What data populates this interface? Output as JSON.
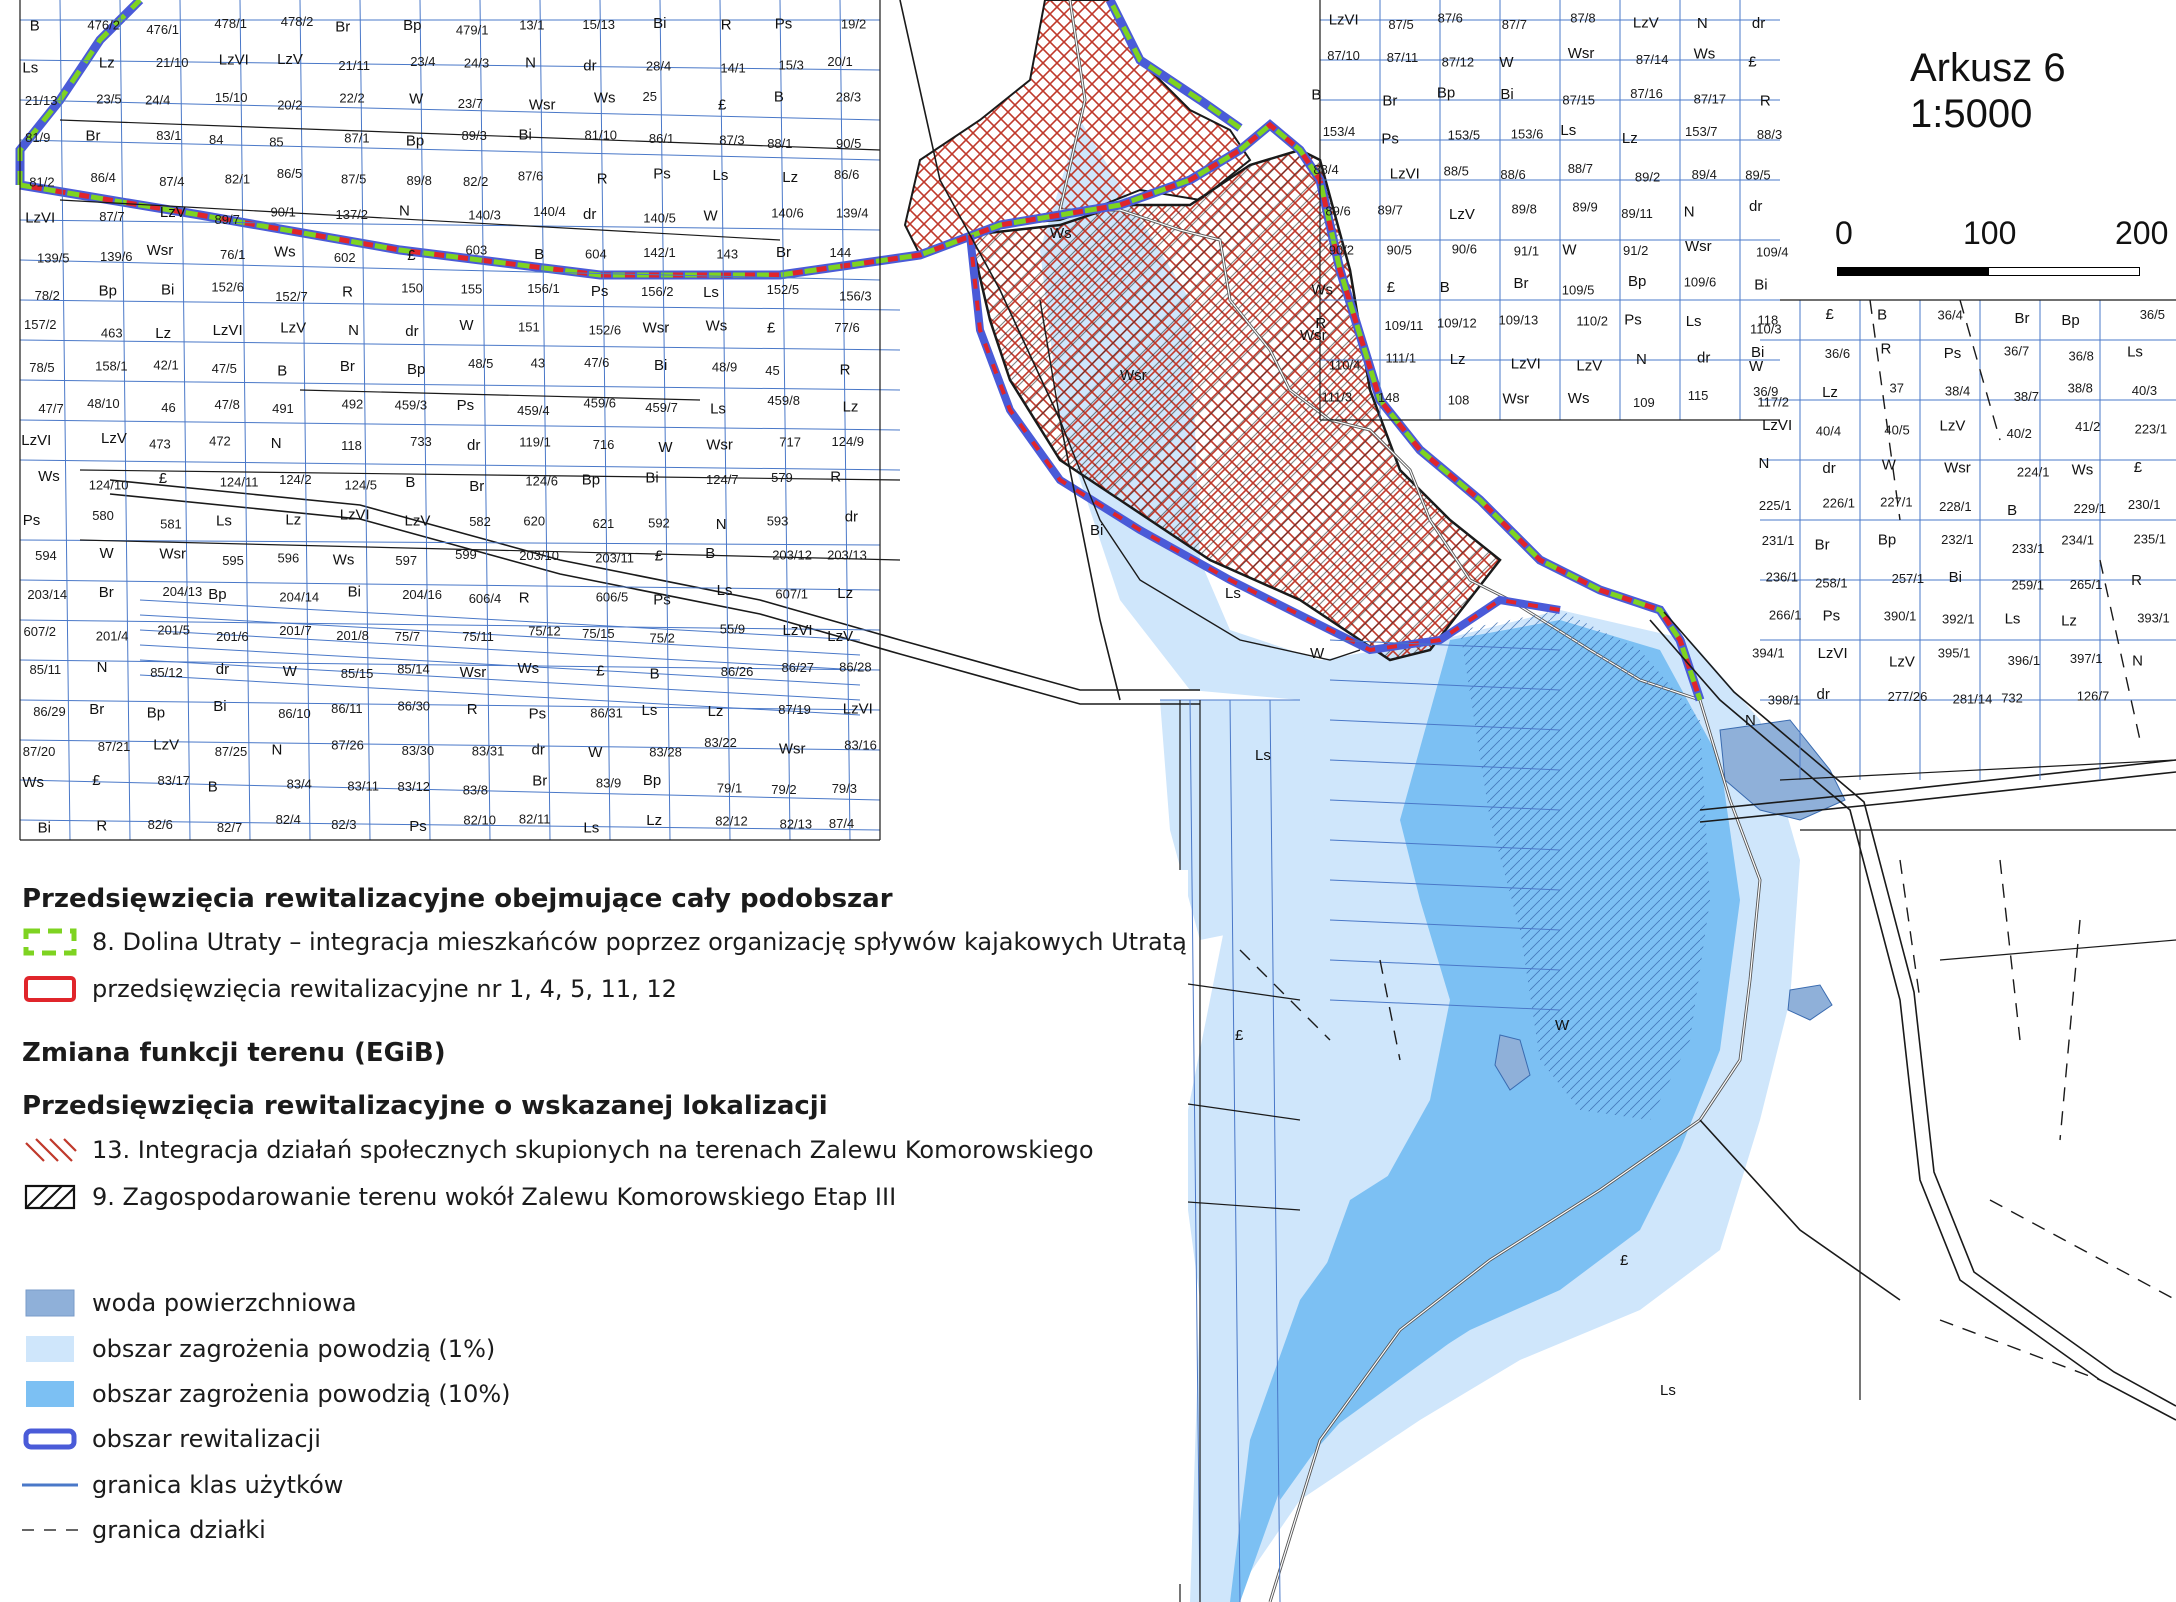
{
  "sheet": {
    "title": "Arkusz 6",
    "scale": "1:5000"
  },
  "scale_bar": {
    "tick_labels": [
      "0",
      "100",
      "200"
    ]
  },
  "legend": {
    "heading_1": "Przedsięwzięcia rewitalizacyjne obejmujące cały podobszar",
    "item_green": "8. Dolina Utraty – integracja mieszkańców poprzez organizację spływów kajakowych Utratą",
    "item_red": "przedsięwzięcia rewitalizacyjne nr 1, 4, 5, 11, 12",
    "heading_2": "Zmiana funkcji terenu (EGiB)",
    "heading_3": "Przedsięwzięcia rewitalizacyjne o wskazanej lokalizacji",
    "item_red_hatch": "13. Integracja działań społecznych skupionych na terenach Zalewu Komorowskiego",
    "item_black_hatch": "9. Zagospodarowanie terenu wokół Zalewu Komorowskiego Etap III",
    "item_water": "woda powierzchniowa",
    "item_flood_1": "obszar zagrożenia powodzią (1%)",
    "item_flood_10": "obszar zagrożenia powodzią (10%)",
    "item_rev_area": "obszar rewitalizacji",
    "item_class_border": "granica klas użytków",
    "item_parcel_border": "granica działki"
  },
  "colors": {
    "flood_1": "#cfe6fb",
    "flood_10": "#7cc0f3",
    "water": "#8fb0d9",
    "revitalization_outline": "#4a5bd8",
    "green_dash": "#7ed321",
    "red_outline": "#e0252b",
    "red_hatch": "#c0392b",
    "class_border": "#4a78c8"
  },
  "map_labels": {
    "parcels": [
      "476/2",
      "476/1",
      "478/1",
      "478/2",
      "479/1",
      "13/1",
      "15/13",
      "19/2",
      "21/10",
      "21/11",
      "23/4",
      "24/3",
      "28/4",
      "14/1",
      "15/3",
      "20/1",
      "21/13",
      "23/5",
      "24/4",
      "15/10",
      "20/2",
      "22/2",
      "23/7",
      "25",
      "28/3",
      "81/9",
      "83/1",
      "84",
      "85",
      "87/1",
      "89/3",
      "81/10",
      "86/1",
      "87/3",
      "88/1",
      "90/5",
      "81/2",
      "86/4",
      "87/4",
      "82/1",
      "86/5",
      "87/5",
      "89/8",
      "82/2",
      "87/6",
      "86/6",
      "87/7",
      "89/7",
      "90/1",
      "137/2",
      "140/3",
      "140/4",
      "140/5",
      "140/6",
      "139/4",
      "139/5",
      "139/6",
      "76/1",
      "602",
      "603",
      "604",
      "142/1",
      "143",
      "144",
      "78/2",
      "152/6",
      "152/7",
      "150",
      "155",
      "156/1",
      "156/2",
      "152/5",
      "156/3",
      "157/2",
      "463",
      "151",
      "152/6",
      "77/6",
      "78/5",
      "158/1",
      "42/1",
      "47/5",
      "48/5",
      "43",
      "47/6",
      "48/9",
      "45",
      "47/7",
      "48/10",
      "46",
      "47/8",
      "491",
      "492",
      "459/3",
      "459/4",
      "459/6",
      "459/7",
      "459/8",
      "473",
      "472",
      "118",
      "733",
      "119/1",
      "716",
      "717",
      "124/9",
      "124/10",
      "124/11",
      "124/2",
      "124/5",
      "124/6",
      "124/7",
      "579",
      "580",
      "581",
      "582",
      "620",
      "621",
      "592",
      "593",
      "594",
      "595",
      "596",
      "597",
      "599",
      "203/10",
      "203/11",
      "203/12",
      "203/13",
      "203/14",
      "204/13",
      "204/14",
      "204/16",
      "606/4",
      "606/5",
      "607/1",
      "607/2",
      "201/4",
      "201/5",
      "201/6",
      "201/7",
      "201/8",
      "75/7",
      "75/11",
      "75/12",
      "75/15",
      "75/2",
      "55/9",
      "85/11",
      "85/12",
      "85/15",
      "85/14",
      "86/26",
      "86/27",
      "86/28",
      "86/29",
      "86/10",
      "86/11",
      "86/30",
      "86/31",
      "87/19",
      "87/20",
      "87/21",
      "87/25",
      "87/26",
      "83/30",
      "83/31",
      "83/28",
      "83/22",
      "83/16",
      "83/17",
      "83/4",
      "83/11",
      "83/12",
      "83/8",
      "83/9",
      "79/1",
      "79/2",
      "79/3",
      "82/6",
      "82/7",
      "82/4",
      "82/3",
      "82/10",
      "82/11",
      "82/12",
      "82/13",
      "87/4",
      "87/5",
      "87/6",
      "87/7",
      "87/8",
      "87/10",
      "87/11",
      "87/12",
      "87/14",
      "87/15",
      "87/16",
      "87/17",
      "153/4",
      "153/5",
      "153/6",
      "153/7",
      "88/3",
      "88/4",
      "88/5",
      "88/6",
      "88/7",
      "89/2",
      "89/4",
      "89/5",
      "89/6",
      "89/7",
      "89/8",
      "89/9",
      "89/11",
      "90/2",
      "90/5",
      "90/6",
      "91/1",
      "91/2",
      "109/4",
      "109/5",
      "109/6",
      "109/11",
      "109/12",
      "109/13",
      "110/2",
      "110/3",
      "110/4",
      "111/1",
      "111/3",
      "148",
      "108",
      "109",
      "115",
      "117/2",
      "118",
      "36/4",
      "36/5",
      "36/6",
      "36/7",
      "36/8",
      "36/9",
      "37",
      "38/4",
      "38/7",
      "38/8",
      "40/3",
      "40/4",
      "40/5",
      "40/2",
      "41/2",
      "223/1",
      "224/1",
      "225/1",
      "226/1",
      "227/1",
      "228/1",
      "229/1",
      "230/1",
      "231/1",
      "232/1",
      "233/1",
      "234/1",
      "235/1",
      "236/1",
      "258/1",
      "257/1",
      "259/1",
      "265/1",
      "266/1",
      "390/1",
      "392/1",
      "393/1",
      "394/1",
      "395/1",
      "396/1",
      "397/1",
      "398/1",
      "277/26",
      "281/14",
      "732",
      "126/7"
    ],
    "land_use": [
      "B",
      "Br",
      "Bp",
      "Bi",
      "R",
      "Ps",
      "Ls",
      "Lz",
      "LzVI",
      "LzV",
      "N",
      "dr",
      "W",
      "Wsr",
      "Ws",
      "£"
    ]
  }
}
